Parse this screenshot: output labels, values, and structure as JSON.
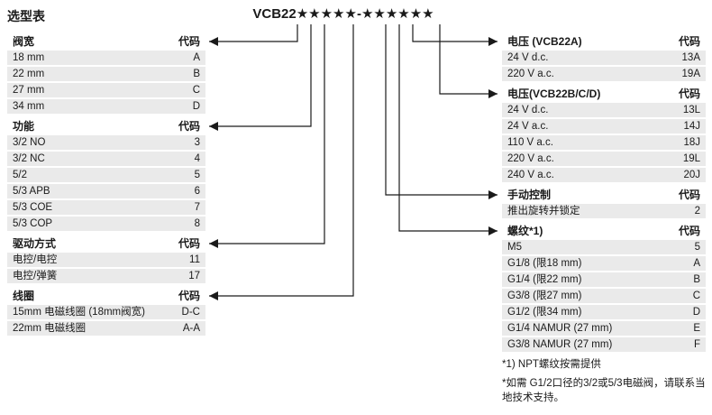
{
  "titles": {
    "page_title": "选型表",
    "model_code": "VCB22★★★★★-★★★★★★"
  },
  "left_tables": [
    {
      "header": "阀宽",
      "code_label": "代码",
      "rows": [
        [
          "18 mm",
          "A"
        ],
        [
          "22 mm",
          "B"
        ],
        [
          "27 mm",
          "C"
        ],
        [
          "34 mm",
          "D"
        ]
      ]
    },
    {
      "header": "功能",
      "code_label": "代码",
      "rows": [
        [
          "3/2 NO",
          "3"
        ],
        [
          "3/2 NC",
          "4"
        ],
        [
          "5/2",
          "5"
        ],
        [
          "5/3 APB",
          "6"
        ],
        [
          "5/3 COE",
          "7"
        ],
        [
          "5/3 COP",
          "8"
        ]
      ]
    },
    {
      "header": "驱动方式",
      "code_label": "代码",
      "rows": [
        [
          "电控/电控",
          "11"
        ],
        [
          "电控/弹簧",
          "17"
        ]
      ]
    },
    {
      "header": "线圈",
      "code_label": "代码",
      "rows": [
        [
          "15mm 电磁线圈 (18mm阀宽)",
          "D-C"
        ],
        [
          "22mm 电磁线圈",
          "A-A"
        ]
      ]
    }
  ],
  "right_tables": [
    {
      "header": "电压 (VCB22A)",
      "code_label": "代码",
      "rows": [
        [
          "24 V d.c.",
          "13A"
        ],
        [
          "220 V a.c.",
          "19A"
        ]
      ]
    },
    {
      "header": "电压(VCB22B/C/D)",
      "code_label": "代码",
      "rows": [
        [
          "24 V d.c.",
          "13L"
        ],
        [
          "24 V a.c.",
          "14J"
        ],
        [
          "110 V a.c.",
          "18J"
        ],
        [
          "220 V a.c.",
          "19L"
        ],
        [
          "240 V a.c.",
          "20J"
        ]
      ]
    },
    {
      "header": "手动控制",
      "code_label": "代码",
      "rows": [
        [
          "推出旋转并锁定",
          "2"
        ]
      ]
    },
    {
      "header": "螺纹*1)",
      "code_label": "代码",
      "rows": [
        [
          "M5",
          "5"
        ],
        [
          "G1/8 (限18 mm)",
          "A"
        ],
        [
          "G1/4 (限22 mm)",
          "B"
        ],
        [
          "G3/8 (限27 mm)",
          "C"
        ],
        [
          "G1/2 (限34 mm)",
          "D"
        ],
        [
          "G1/4 NAMUR (27 mm)",
          "E"
        ],
        [
          "G3/8 NAMUR (27 mm)",
          "F"
        ]
      ]
    }
  ],
  "footnotes": [
    "*1) NPT螺纹按需提供",
    "*如需 G1/2口径的3/2或5/3电磁阀，请联系当地技术支持。"
  ],
  "colors": {
    "row_bg": "#eaeaea",
    "text": "#1a1a1a",
    "line": "#1a1a1a",
    "background": "#ffffff"
  }
}
